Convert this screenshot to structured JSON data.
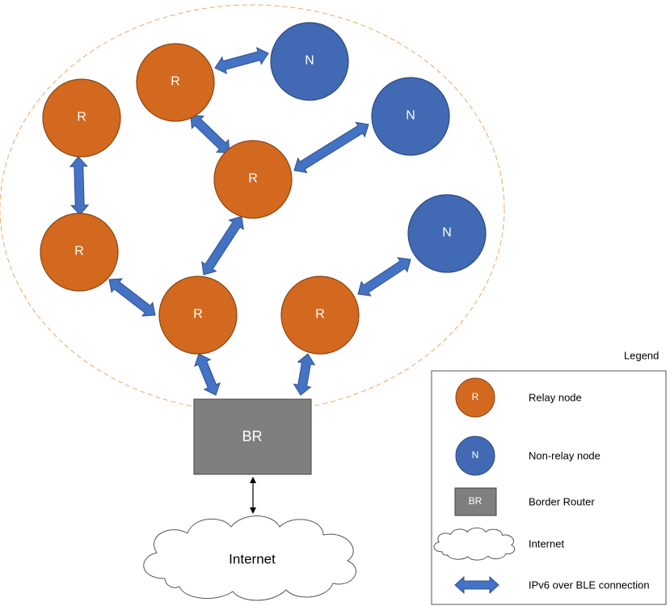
{
  "colors": {
    "relay": "#D2691E",
    "relay_stroke": "#8B4513",
    "nonrelay": "#4169B4",
    "nonrelay_stroke": "#2B4A80",
    "border_router": "#7F7F7F",
    "arrow_fill": "#4472C4",
    "arrow_stroke": "#2F528F",
    "mesh_boundary": "#F4A460"
  },
  "nodes": {
    "relay_label": "R",
    "nonrelay_label": "N",
    "border_router_label": "BR"
  },
  "internet": {
    "label": "Internet"
  },
  "legend": {
    "title": "Legend",
    "relay_symbol": "R",
    "relay": "Relay node",
    "nonrelay_symbol": "N",
    "nonrelay": "Non-relay node",
    "br_symbol": "BR",
    "border_router": "Border Router",
    "internet": "Internet",
    "connection": "IPv6 over BLE connection"
  }
}
